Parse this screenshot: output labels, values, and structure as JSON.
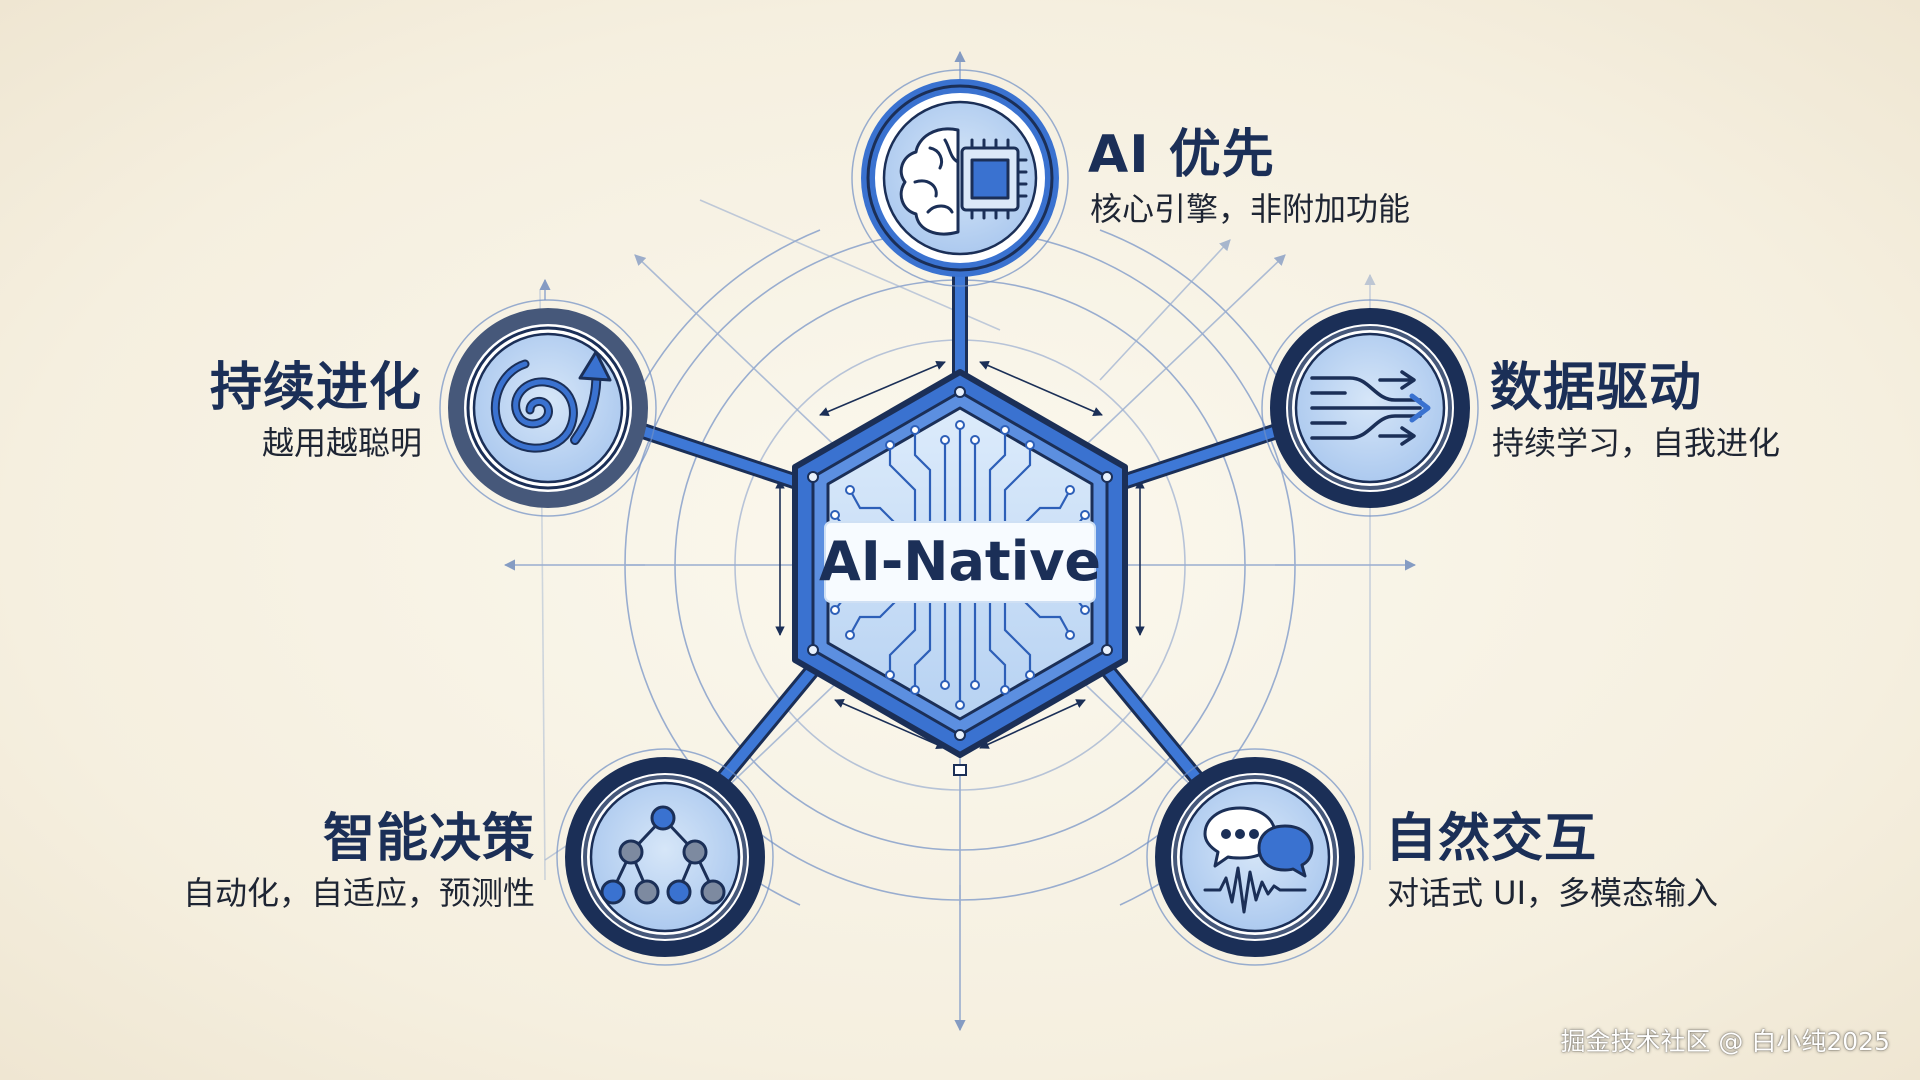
{
  "diagram": {
    "center": {
      "label": "AI-Native"
    },
    "nodes": [
      {
        "id": "ai-first",
        "title": "AI 优先",
        "subtitle": "核心引擎，非附加功能",
        "icon": "brain-chip-icon"
      },
      {
        "id": "data-driven",
        "title": "数据驱动",
        "subtitle": "持续学习，自我进化",
        "icon": "data-flow-arrows-icon"
      },
      {
        "id": "natural-interaction",
        "title": "自然交互",
        "subtitle": "对话式 UI，多模态输入",
        "icon": "chat-bubbles-waveform-icon"
      },
      {
        "id": "smart-decision",
        "title": "智能决策",
        "subtitle": "自动化，自适应，预测性",
        "icon": "decision-tree-icon"
      },
      {
        "id": "continuous-evolution",
        "title": "持续进化",
        "subtitle": "越用越聪明",
        "icon": "spiral-arrow-icon"
      }
    ]
  },
  "watermark": "掘金技术社区 @ 白小纯2025",
  "colors": {
    "background": "#f6f0e1",
    "primary_blue": "#3a72d0",
    "dark_navy": "#1b2f57",
    "light_blue_fill": "#b9d3f1",
    "ring_gray": "#4a5668",
    "construction_line": "#6f8fc4"
  }
}
